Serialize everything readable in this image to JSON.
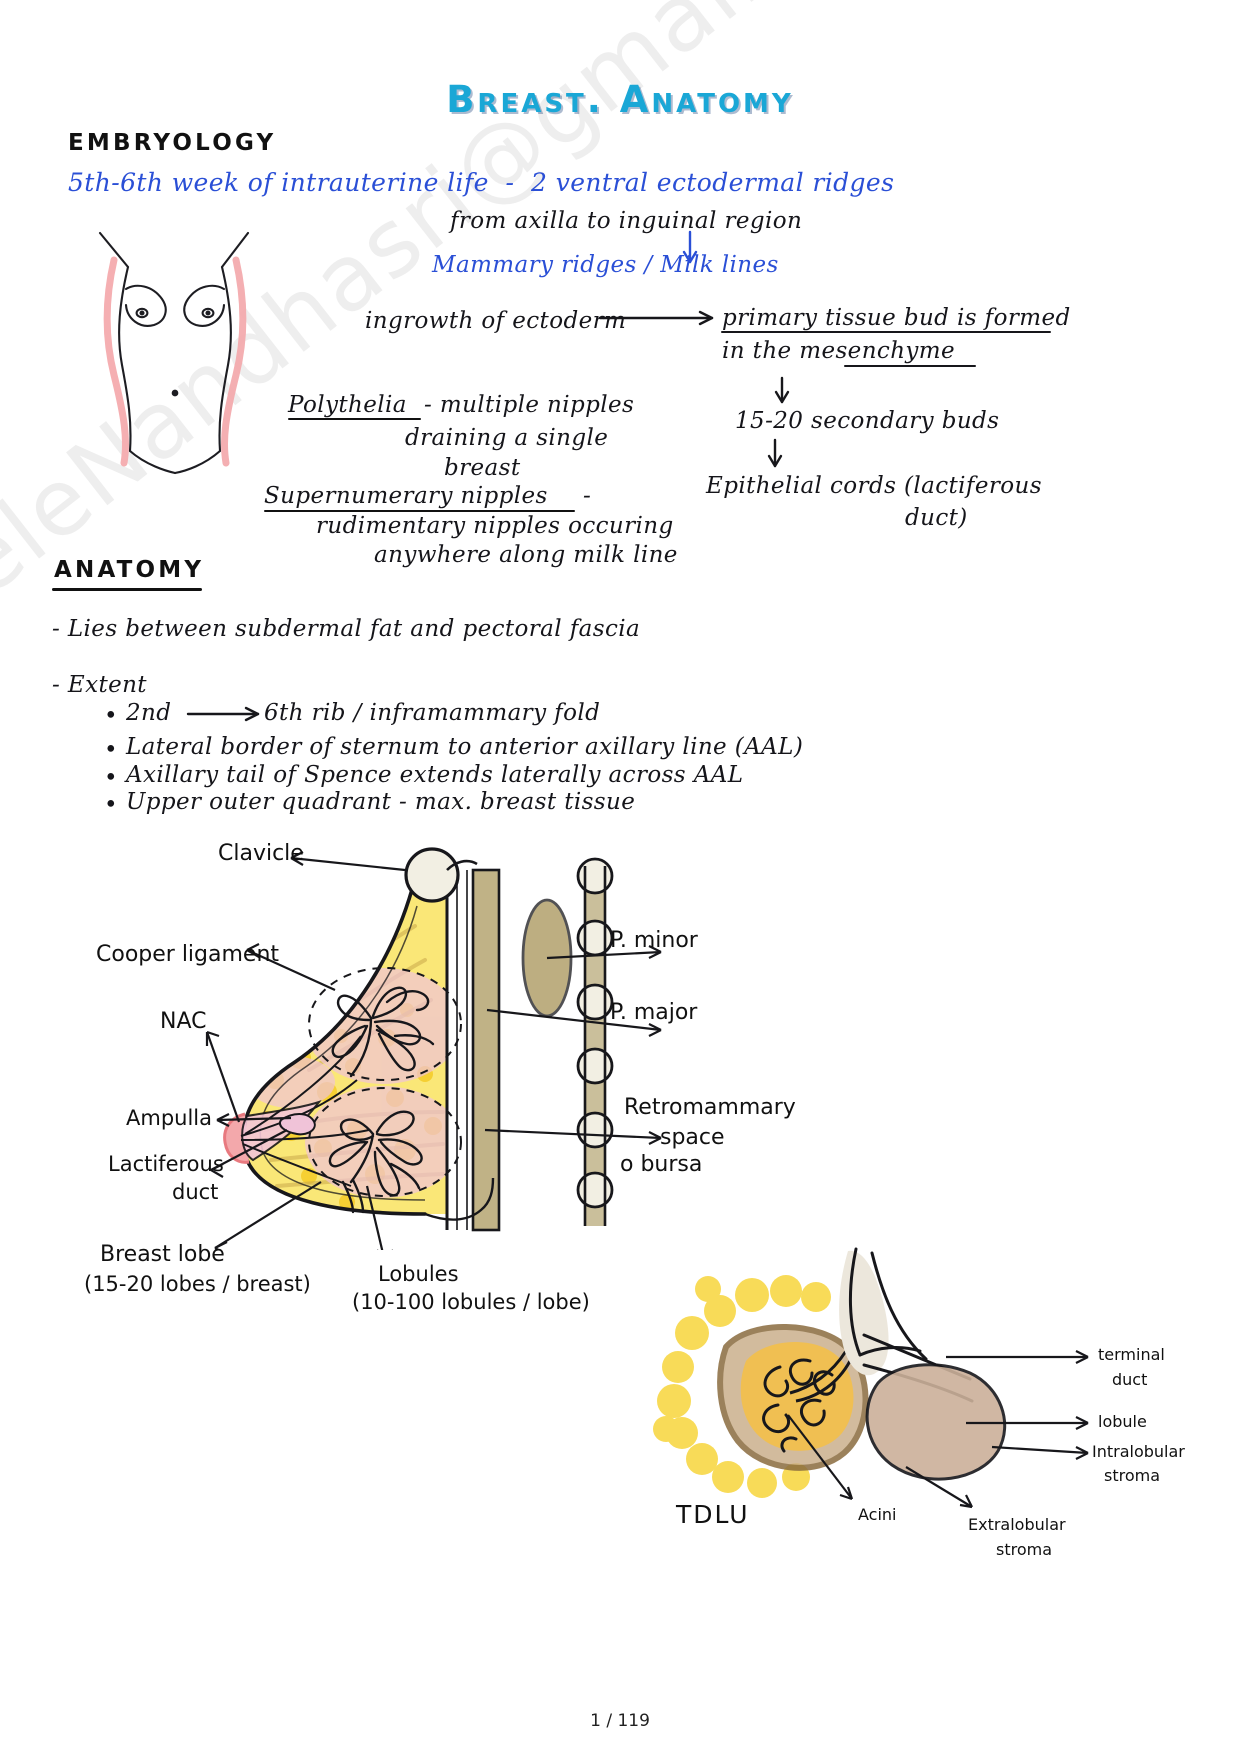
{
  "page": {
    "title": "Breast.  Anatomy",
    "page_number": "1 / 119",
    "watermark": "surgeleNandhasri@gmail.com"
  },
  "embryology": {
    "heading": "EMBRYOLOGY",
    "line1": "5th-6th week of intrauterine life  -  2 ventral ectodermal ridges",
    "line2": "from axilla to inguinal region",
    "line3": "Mammary ridges / Milk lines",
    "flow": {
      "ingrowth": "ingrowth of ectoderm",
      "primary_bud_1": "primary tissue bud is formed",
      "primary_bud_2": "in the mesenchyme",
      "secondary_buds": "15-20 secondary buds",
      "epithelial_1": "Epithelial cords (lactiferous",
      "epithelial_2": "duct)"
    },
    "polythelia": {
      "term": "Polythelia",
      "def1": "- multiple nipples",
      "def2": "draining a single",
      "def3": "breast"
    },
    "supernumerary": {
      "term": "Supernumerary nipples",
      "dash": "-",
      "def1": "rudimentary nipples occuring",
      "def2": "anywhere along milk line"
    }
  },
  "anatomy": {
    "heading": "ANATOMY",
    "point1": "- Lies between subdermal fat and pectoral fascia",
    "extent_label": "- Extent",
    "bullets": [
      "2nd",
      "6th rib / inframammary fold",
      "Lateral border of sternum to anterior axillary line (AAL)",
      "Axillary tail of Spence extends laterally across AAL",
      "Upper outer quadrant - max. breast tissue"
    ]
  },
  "sagittal_diagram": {
    "labels_left": [
      "Clavicle",
      "Cooper ligament",
      "NAC",
      "Ampulla",
      "Lactiferous",
      "duct",
      "Breast lobe",
      "(15-20 lobes / breast)"
    ],
    "labels_bottom": [
      "Lobules",
      "(10-100 lobules / lobe)"
    ],
    "labels_right": [
      "P. minor",
      "P. major",
      "Retromammary",
      "space",
      "o bursa"
    ]
  },
  "tdlu_diagram": {
    "caption": "TDLU",
    "labels": [
      "terminal",
      "duct",
      "lobule",
      "Intralobular",
      "stroma",
      "Acini",
      "Extralobular",
      "stroma"
    ]
  },
  "colors": {
    "title_blue": "#1aa7d6",
    "ink_blue": "#2a4fd6",
    "ink_black": "#15151a",
    "fat_yellow": "#f6d32b",
    "lobule_pink": "#f0c3d8",
    "muscle_tan": "#a79458",
    "skin_pink": "#f3a8ab"
  }
}
